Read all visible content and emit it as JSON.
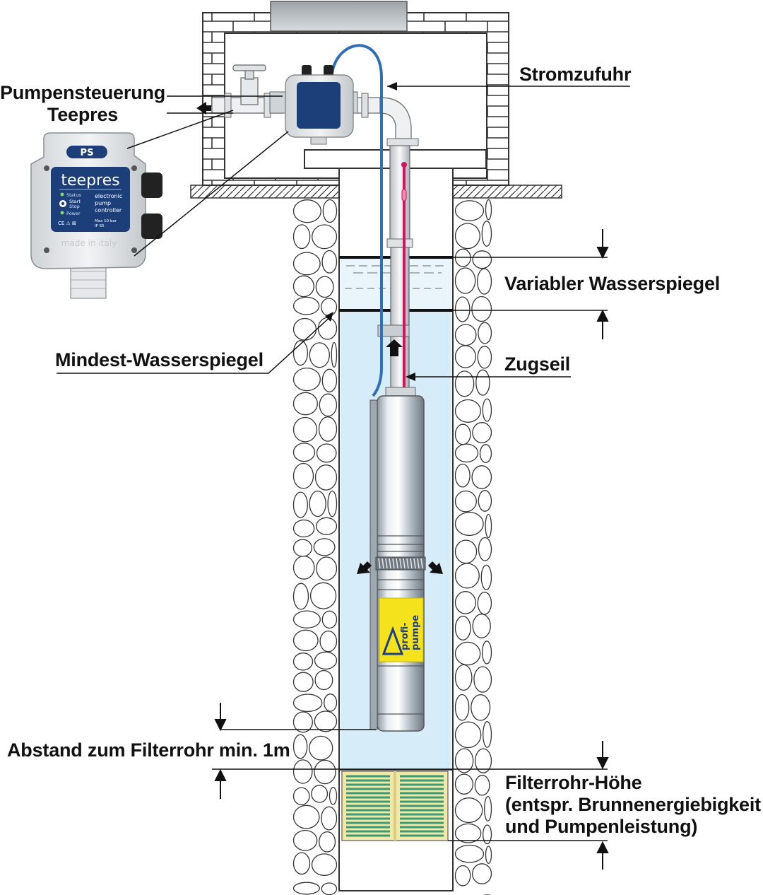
{
  "labels": {
    "pump_control_line1": "Pumpensteuerung",
    "pump_control_line2": "Teepres",
    "power_supply": "Stromzufuhr",
    "variable_water_level": "Variabler Wasserspiegel",
    "min_water_level": "Mindest-Wasserspiegel",
    "pull_rope": "Zugseil",
    "distance_filter": "Abstand zum Filterrohr min. 1m",
    "filter_height_line1": "Filterrohr-Höhe",
    "filter_height_line2": "(entspr. Brunnenergiebigkeit",
    "filter_height_line3": "und Pumpenleistung)"
  },
  "controller": {
    "badge": "PS",
    "brand": "teepres",
    "status_label": "Status",
    "start_label": "Start",
    "stop_label": "Stop",
    "power_label": "Power",
    "desc_line1": "electronic",
    "desc_line2": "pump",
    "desc_line3": "controller",
    "marks": "CE ⚠ ⊠",
    "rating_line1": "Max 10 bar",
    "rating_line2": "IP 65",
    "made_in": "made in italy"
  },
  "pump_logo": {
    "line1": "profi-",
    "line2": "pumpe"
  },
  "colors": {
    "water": "#d6ecf8",
    "cable_blue": "#2f6fb5",
    "rope_magenta": "#d0145f",
    "pump_label_yellow": "#f3e21c",
    "filter_stripe": "#3a9a78"
  }
}
